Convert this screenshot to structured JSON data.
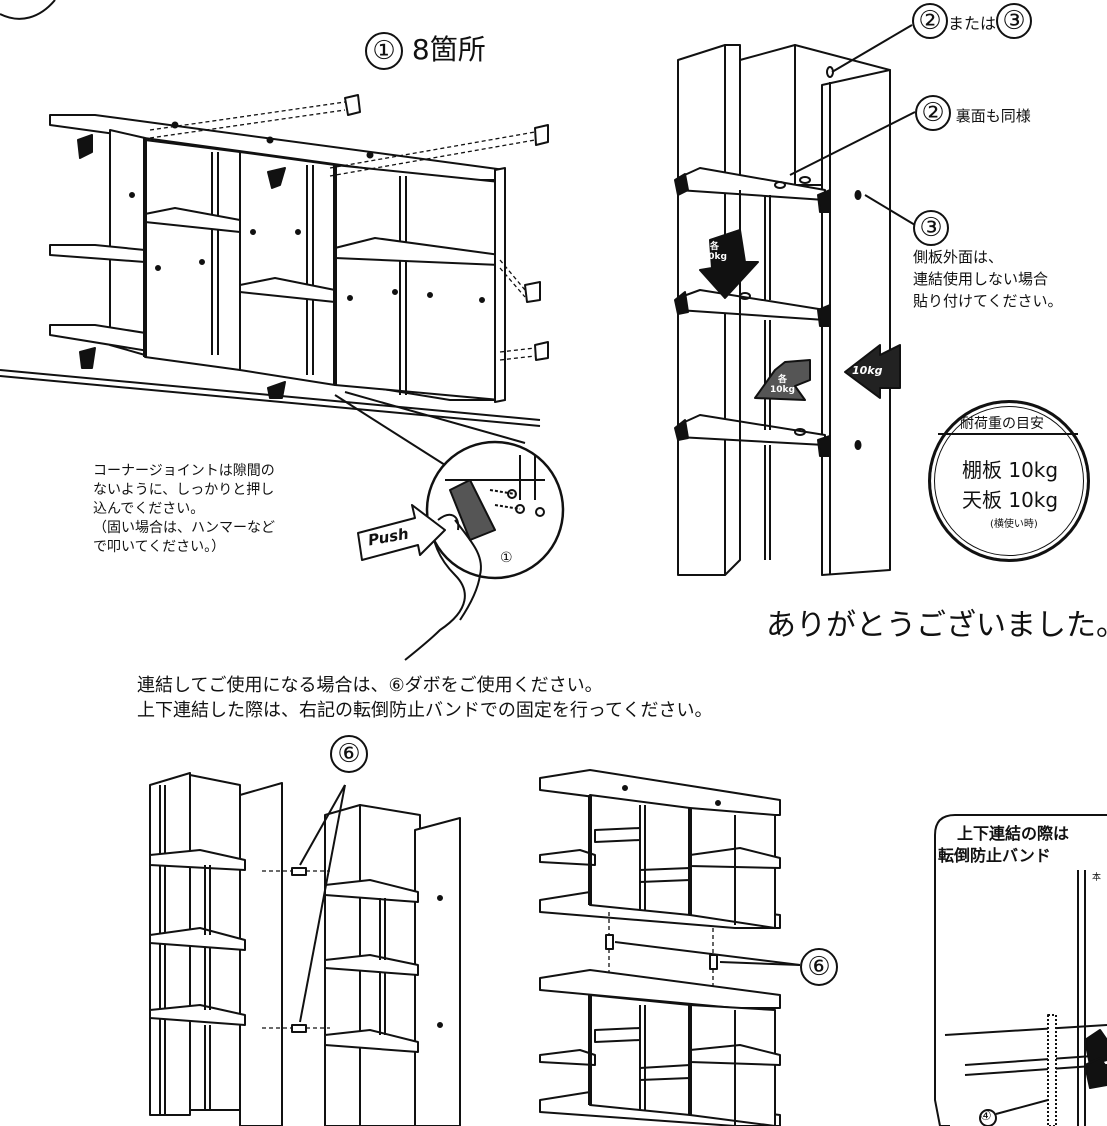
{
  "step1": {
    "callout_num": "①",
    "callout_text": "8箇所"
  },
  "step2": {
    "label_23_a": "②",
    "label_23_mid": "または",
    "label_23_b": "③",
    "label_2": "②",
    "label_2_text": "裏面も同様",
    "label_3": "③",
    "label_3_text": [
      "側板外面は、",
      "連結使用しない場合",
      "貼り付けてください。"
    ]
  },
  "loads": {
    "arrow_top": [
      "各",
      "10kg"
    ],
    "arrow_mid": [
      "各",
      "10kg"
    ],
    "arrow_side": "10kg"
  },
  "capacity": {
    "title": "耐荷重の目安",
    "shelf": "棚板 10kg",
    "top": "天板 10kg",
    "note": "(横使い時)"
  },
  "corner_note": {
    "lines": [
      "コーナージョイントは隙間の",
      "ないように、しっかりと押し",
      "込んでください。",
      "（固い場合は、ハンマーなど",
      "で叩いてください。）"
    ],
    "push": "Push",
    "num": "①"
  },
  "thanks": "ありがとうございました。",
  "connect": {
    "line1": "連結してご使用になる場合は、⑥ダボをご使用ください。",
    "line2": "上下連結した際は、右記の転倒防止バンドでの固定を行ってください。",
    "dowel_left": "⑥",
    "dowel_right": "⑥"
  },
  "band_box": {
    "line1": "上下連結の際は",
    "line2": "転倒防止バンド",
    "small": "本",
    "num": "④"
  }
}
